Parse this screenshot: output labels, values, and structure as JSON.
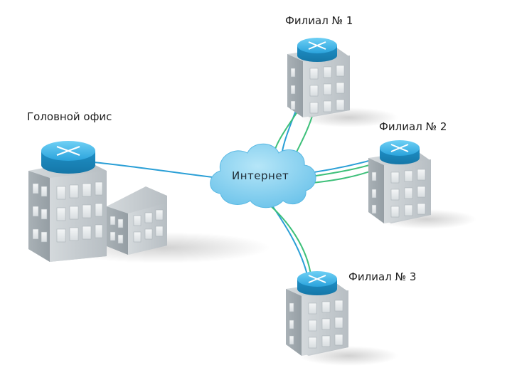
{
  "labels": {
    "headquarters": "Головной офис",
    "branch1": "Филиал № 1",
    "branch2": "Филиал № 2",
    "branch3": "Филиал № 3",
    "internet": "Интернет"
  },
  "colors": {
    "link_blue": "#2a9fd6",
    "link_green": "#3ec07a",
    "router": "#38b3e8",
    "cloud": "#8fd4f2",
    "building": "#c9cfd3"
  },
  "icons": [
    "router-icon",
    "building-icon",
    "cloud-icon"
  ]
}
